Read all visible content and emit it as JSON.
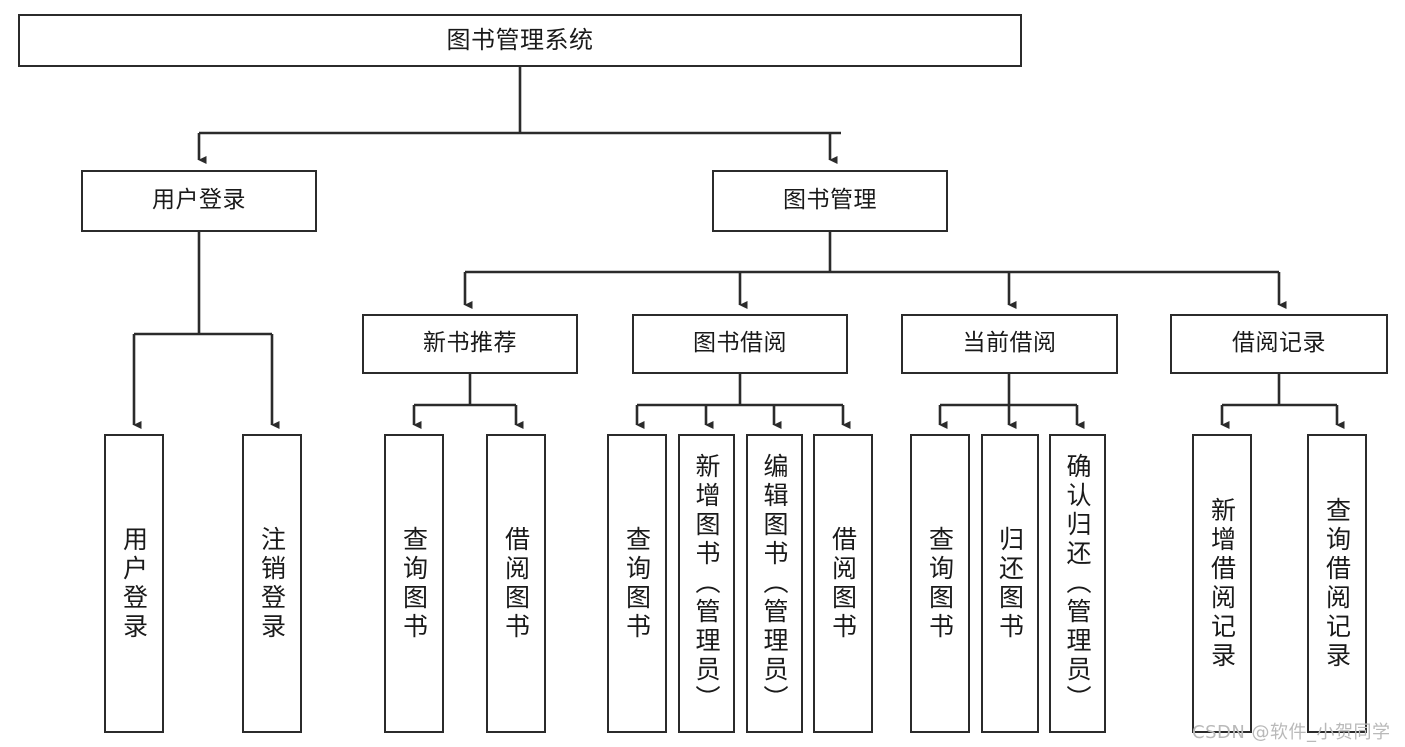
{
  "diagram": {
    "title": "图书管理系统",
    "type": "tree-hierarchy-chart",
    "orientation": "top-down",
    "colors": {
      "node_border": "#2b2b2b",
      "node_fill": "#ffffff",
      "edge": "#2b2b2b",
      "text": "#1a1a1a",
      "watermark": "#b9b9b9",
      "background": "#ffffff"
    }
  },
  "nodes": {
    "root": {
      "label": "图书管理系统"
    },
    "level2": [
      {
        "id": "user-login",
        "label": "用户登录"
      },
      {
        "id": "book-manage",
        "label": "图书管理"
      }
    ],
    "level3": [
      {
        "id": "new-book-recommend",
        "label": "新书推荐"
      },
      {
        "id": "book-borrow",
        "label": "图书借阅"
      },
      {
        "id": "current-borrow",
        "label": "当前借阅"
      },
      {
        "id": "borrow-record",
        "label": "借阅记录"
      }
    ],
    "leaves": {
      "user_login": [
        {
          "id": "leaf-user-login",
          "label": "用户登录"
        },
        {
          "id": "leaf-user-logout",
          "label": "注销登录"
        }
      ],
      "new_book_recommend": [
        {
          "id": "leaf-query-book-1",
          "label": "查询图书"
        },
        {
          "id": "leaf-borrow-book-1",
          "label": "借阅图书"
        }
      ],
      "book_borrow": [
        {
          "id": "leaf-query-book-2",
          "label": "查询图书"
        },
        {
          "id": "leaf-add-book",
          "label": "新增图书（管理员）"
        },
        {
          "id": "leaf-edit-book",
          "label": "编辑图书（管理员）"
        },
        {
          "id": "leaf-borrow-book-2",
          "label": "借阅图书"
        }
      ],
      "current_borrow": [
        {
          "id": "leaf-query-book-3",
          "label": "查询图书"
        },
        {
          "id": "leaf-return-book",
          "label": "归还图书"
        },
        {
          "id": "leaf-confirm-return",
          "label": "确认归还（管理员）"
        }
      ],
      "borrow_record": [
        {
          "id": "leaf-add-record",
          "label": "新增借阅记录"
        },
        {
          "id": "leaf-query-record",
          "label": "查询借阅记录"
        }
      ]
    }
  },
  "watermark": {
    "text": "CSDN @软件_小贺同学"
  }
}
